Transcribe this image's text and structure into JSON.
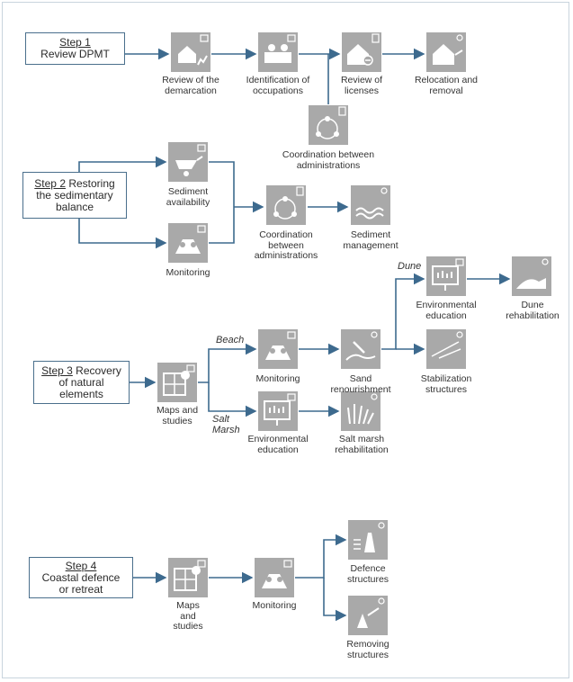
{
  "steps": {
    "s1": {
      "num": "Step 1",
      "text": "Review DPMT"
    },
    "s2": {
      "num": "Step 2",
      "text": "Restoring the sedimentary balance",
      "line1": " Restoring",
      "line2": "the sedimentary",
      "line3": "balance"
    },
    "s3": {
      "num": "Step 3",
      "line1": " Recovery",
      "line2": "of natural",
      "line3": "elements"
    },
    "s4": {
      "num": "Step 4",
      "line2": "Coastal defence",
      "line3": "or retreat"
    }
  },
  "nodes": {
    "review_demarcation": {
      "l1": "Review of the",
      "l2": "demarcation"
    },
    "identification": {
      "l1": "Identification of",
      "l2": "occupations"
    },
    "review_licenses": {
      "l1": "Review of",
      "l2": "licenses"
    },
    "relocation": {
      "l1": "Relocation and",
      "l2": "removal"
    },
    "coord1": {
      "l1": "Coordination between",
      "l2": "administrations"
    },
    "sediment_avail": {
      "l1": "Sediment",
      "l2": "availability"
    },
    "monitoring2": {
      "l1": "Monitoring"
    },
    "coord2": {
      "l1": "Coordination",
      "l2": "between",
      "l3": "administrations"
    },
    "sediment_mgmt": {
      "l1": "Sediment",
      "l2": "management"
    },
    "maps3": {
      "l1": "Maps and",
      "l2": "studies"
    },
    "monitoring3": {
      "l1": "Monitoring"
    },
    "sand": {
      "l1": "Sand",
      "l2": "renourishment"
    },
    "env_edu_dune": {
      "l1": "Environmental",
      "l2": "education"
    },
    "dune_rehab": {
      "l1": "Dune",
      "l2": "rehabilitation"
    },
    "stabilization": {
      "l1": "Stabilization",
      "l2": "structures"
    },
    "env_edu_salt": {
      "l1": "Environmental",
      "l2": "education"
    },
    "salt_rehab": {
      "l1": "Salt marsh",
      "l2": "rehabilitation"
    },
    "maps4": {
      "l1": "Maps",
      "l2": "and",
      "l3": "studies"
    },
    "monitoring4": {
      "l1": "Monitoring"
    },
    "defence": {
      "l1": "Defence",
      "l2": "structures"
    },
    "removing": {
      "l1": "Removing",
      "l2": "structures"
    }
  },
  "branches": {
    "dune": "Dune",
    "beach": "Beach",
    "salt1": "Salt",
    "salt2": "Marsh"
  },
  "colors": {
    "tile": "#a9a9a9",
    "arrow": "#3d6a8e",
    "step_border": "#4a6f8c",
    "frame": "#c9d4de"
  }
}
